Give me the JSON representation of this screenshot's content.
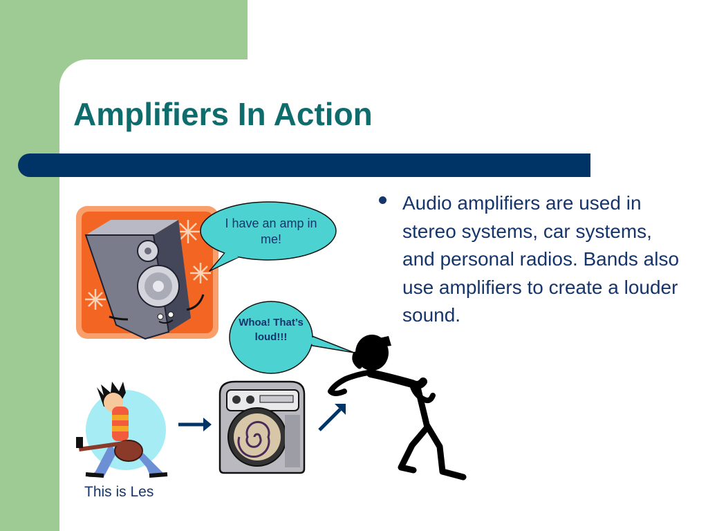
{
  "slide": {
    "title": "Amplifiers In Action",
    "bullet": "Audio amplifiers are used in stereo systems, car systems, and personal radios. Bands also use amplifiers to create a louder sound.",
    "speaker_bubble": "I have an amp in me!",
    "listener_bubble": "Whoa! That’s loud!!!",
    "caption": "This is Les"
  },
  "colors": {
    "green_panel": "#9ecb94",
    "title_text": "#0e6c6c",
    "title_bar": "#003466",
    "body_text": "#16356b",
    "bubble_fill": "#4dd2d2",
    "speaker_bg": "#f26522"
  }
}
